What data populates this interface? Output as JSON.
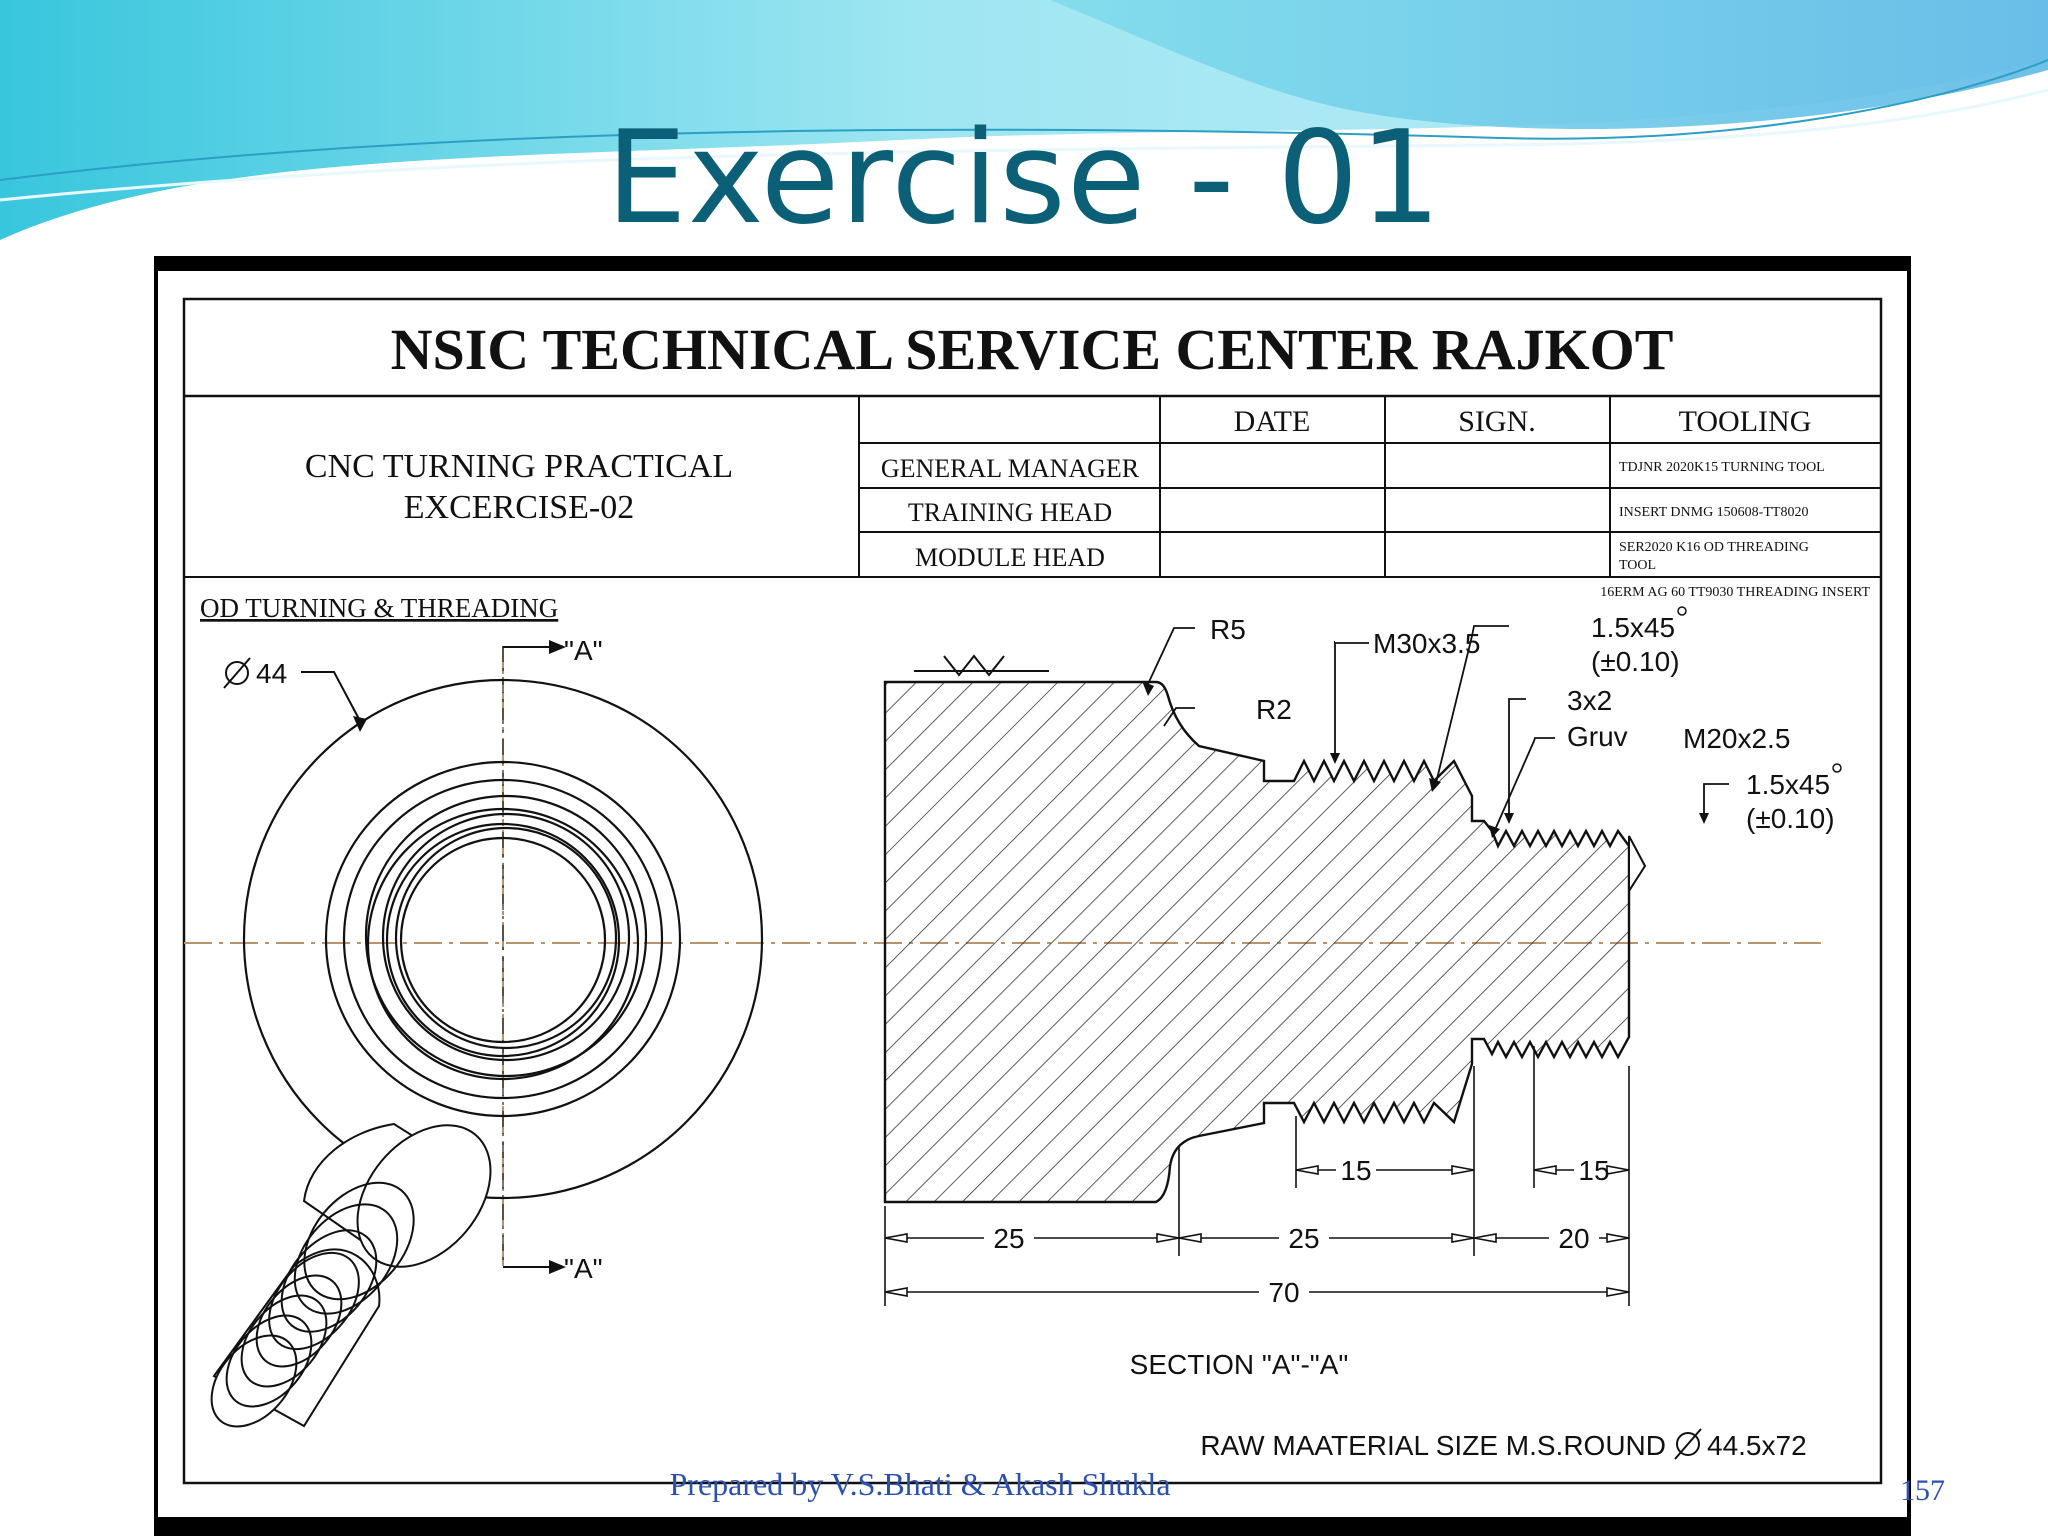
{
  "slide": {
    "title": "Exercise - 01",
    "footer": "Prepared by  V.S.Bhati  &   Akash Shukla",
    "page_number": "157"
  },
  "drawing": {
    "header": "NSIC TECHNICAL SERVICE CENTER RAJKOT",
    "exercise_line1": "CNC TURNING PRACTICAL",
    "exercise_line2": "EXCERCISE-02",
    "table_headers": {
      "date": "DATE",
      "sign": "SIGN.",
      "tooling": "TOOLING"
    },
    "roles": [
      "GENERAL MANAGER",
      "TRAINING HEAD",
      "MODULE HEAD"
    ],
    "tooling": [
      "TDJNR 2020K15 TURNING TOOL",
      "INSERT DNMG 150608-TT8020",
      "SER2020 K16 OD THREADING",
      "TOOL",
      "16ERM AG 60 TT9030 THREADING INSERT"
    ],
    "view_title": "OD TURNING & THREADING",
    "diameter_label": "44",
    "section_marker": "\"A\"",
    "annotations": {
      "r5": "R5",
      "r2": "R2",
      "m30": "M30x3.5",
      "chamfer1": "1.5x45",
      "tol1": "(±0.10)",
      "groove1": "3x2",
      "groove2": "Gruv",
      "m20": "M20x2.5",
      "chamfer2": "1.5x45",
      "tol2": "(±0.10)"
    },
    "dimensions": {
      "thread1_len": "15",
      "thread2_len": "15",
      "seg1": "25",
      "seg2": "25",
      "seg3": "20",
      "total": "70"
    },
    "section_label": "SECTION  \"A\"-\"A\"",
    "raw_material": "RAW MAATERIAL SIZE M.S.ROUND",
    "raw_material_size": "44.5x72"
  }
}
